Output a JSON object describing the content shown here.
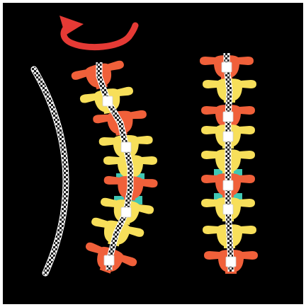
{
  "figure": {
    "background": "#000000",
    "frame_color": "#ffffff",
    "colors": {
      "vertebra_red": "#f0603a",
      "vertebra_yellow": "#f7df5a",
      "disc_teal": "#3fc7b4",
      "rod_dark": "#1b1b1b",
      "rod_light": "#e9e9e9",
      "screw": "#ffffff",
      "arrow": "#e53a35"
    },
    "parts": {
      "rotation_arrow": "curved-rotation-arrow-icon",
      "loose_rod": "bent-rod-icon",
      "curved_spine": "curved-spine-with-rod",
      "corrected_spine": "straight-spine-with-rod"
    },
    "vertebra_sequence": [
      "red",
      "yellow",
      "red",
      "yellow",
      "yellow",
      "red",
      "yellow",
      "yellow",
      "red"
    ],
    "disc_between": [
      4,
      5
    ],
    "screw_levels_curved": [
      1,
      3,
      6,
      8
    ],
    "screw_levels_straight": [
      0,
      2,
      3,
      5,
      6,
      8
    ]
  }
}
